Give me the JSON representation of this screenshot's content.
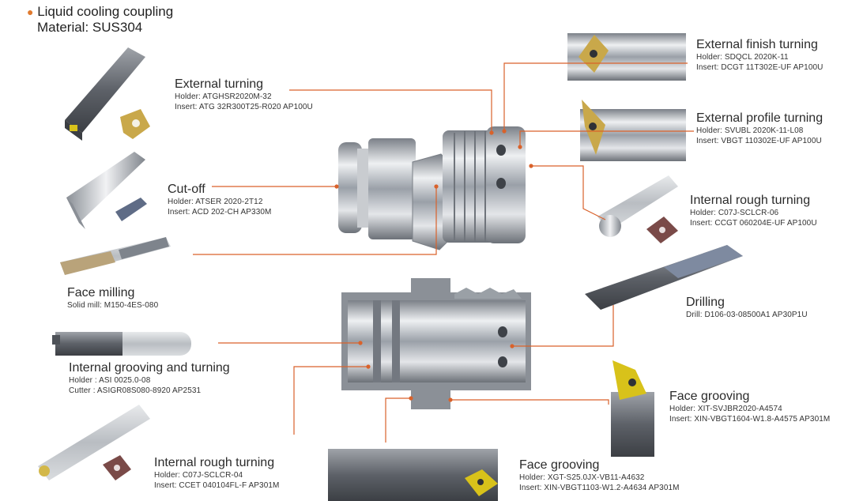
{
  "header": {
    "title": "Liquid cooling coupling",
    "material_label": "Material:",
    "material_value": "SUS304"
  },
  "colors": {
    "accent": "#e07a2f",
    "leader_line": "#d9622b",
    "steel": "#b8bcc2",
    "tool_dark": "#5a5e66",
    "insert_gold": "#c9a84a",
    "insert_maroon": "#7a4a48"
  },
  "operations": [
    {
      "title": "External turning",
      "l1": "Holder: ATGHSR2020M-32",
      "l2": "Insert: ATG 32R300T25-R020 AP100U"
    },
    {
      "title": "Cut-off",
      "l1": "Holder: ATSER 2020-2T12",
      "l2": "Insert: ACD 202-CH AP330M"
    },
    {
      "title": "Face milling",
      "l1": "Solid mill: M150-4ES-080",
      "l2": ""
    },
    {
      "title": "Internal grooving and turning",
      "l1": "Holder : ASI 0025.0-08",
      "l2": "Cutter : ASIGR08S080-8920 AP2531"
    },
    {
      "title": "Internal rough turning",
      "l1": "Holder: C07J-SCLCR-04",
      "l2": "Insert: CCET 040104FL-F AP301M"
    },
    {
      "title": "External finish turning",
      "l1": "Holder: SDQCL 2020K-11",
      "l2": "Insert: DCGT 11T302E-UF AP100U"
    },
    {
      "title": "External profile turning",
      "l1": "Holder: SVUBL 2020K-11-L08",
      "l2": "Insert: VBGT 110302E-UF AP100U"
    },
    {
      "title": "Internal rough turning",
      "l1": "Holder: C07J-SCLCR-06",
      "l2": "Insert: CCGT 060204E-UF AP100U"
    },
    {
      "title": "Drilling",
      "l1": "Drill: D106-03-08500A1 AP30P1U",
      "l2": ""
    },
    {
      "title": "Face grooving",
      "l1": "Holder: XIT-SVJBR2020-A4574",
      "l2": "Insert: XIN-VBGT1604-W1.8-A4575 AP301M"
    },
    {
      "title": "Face grooving",
      "l1": "Holder: XGT-S25.0JX-VB11-A4632",
      "l2": "Insert: XIN-VBGT1103-W1.2-A4634 AP301M"
    }
  ]
}
